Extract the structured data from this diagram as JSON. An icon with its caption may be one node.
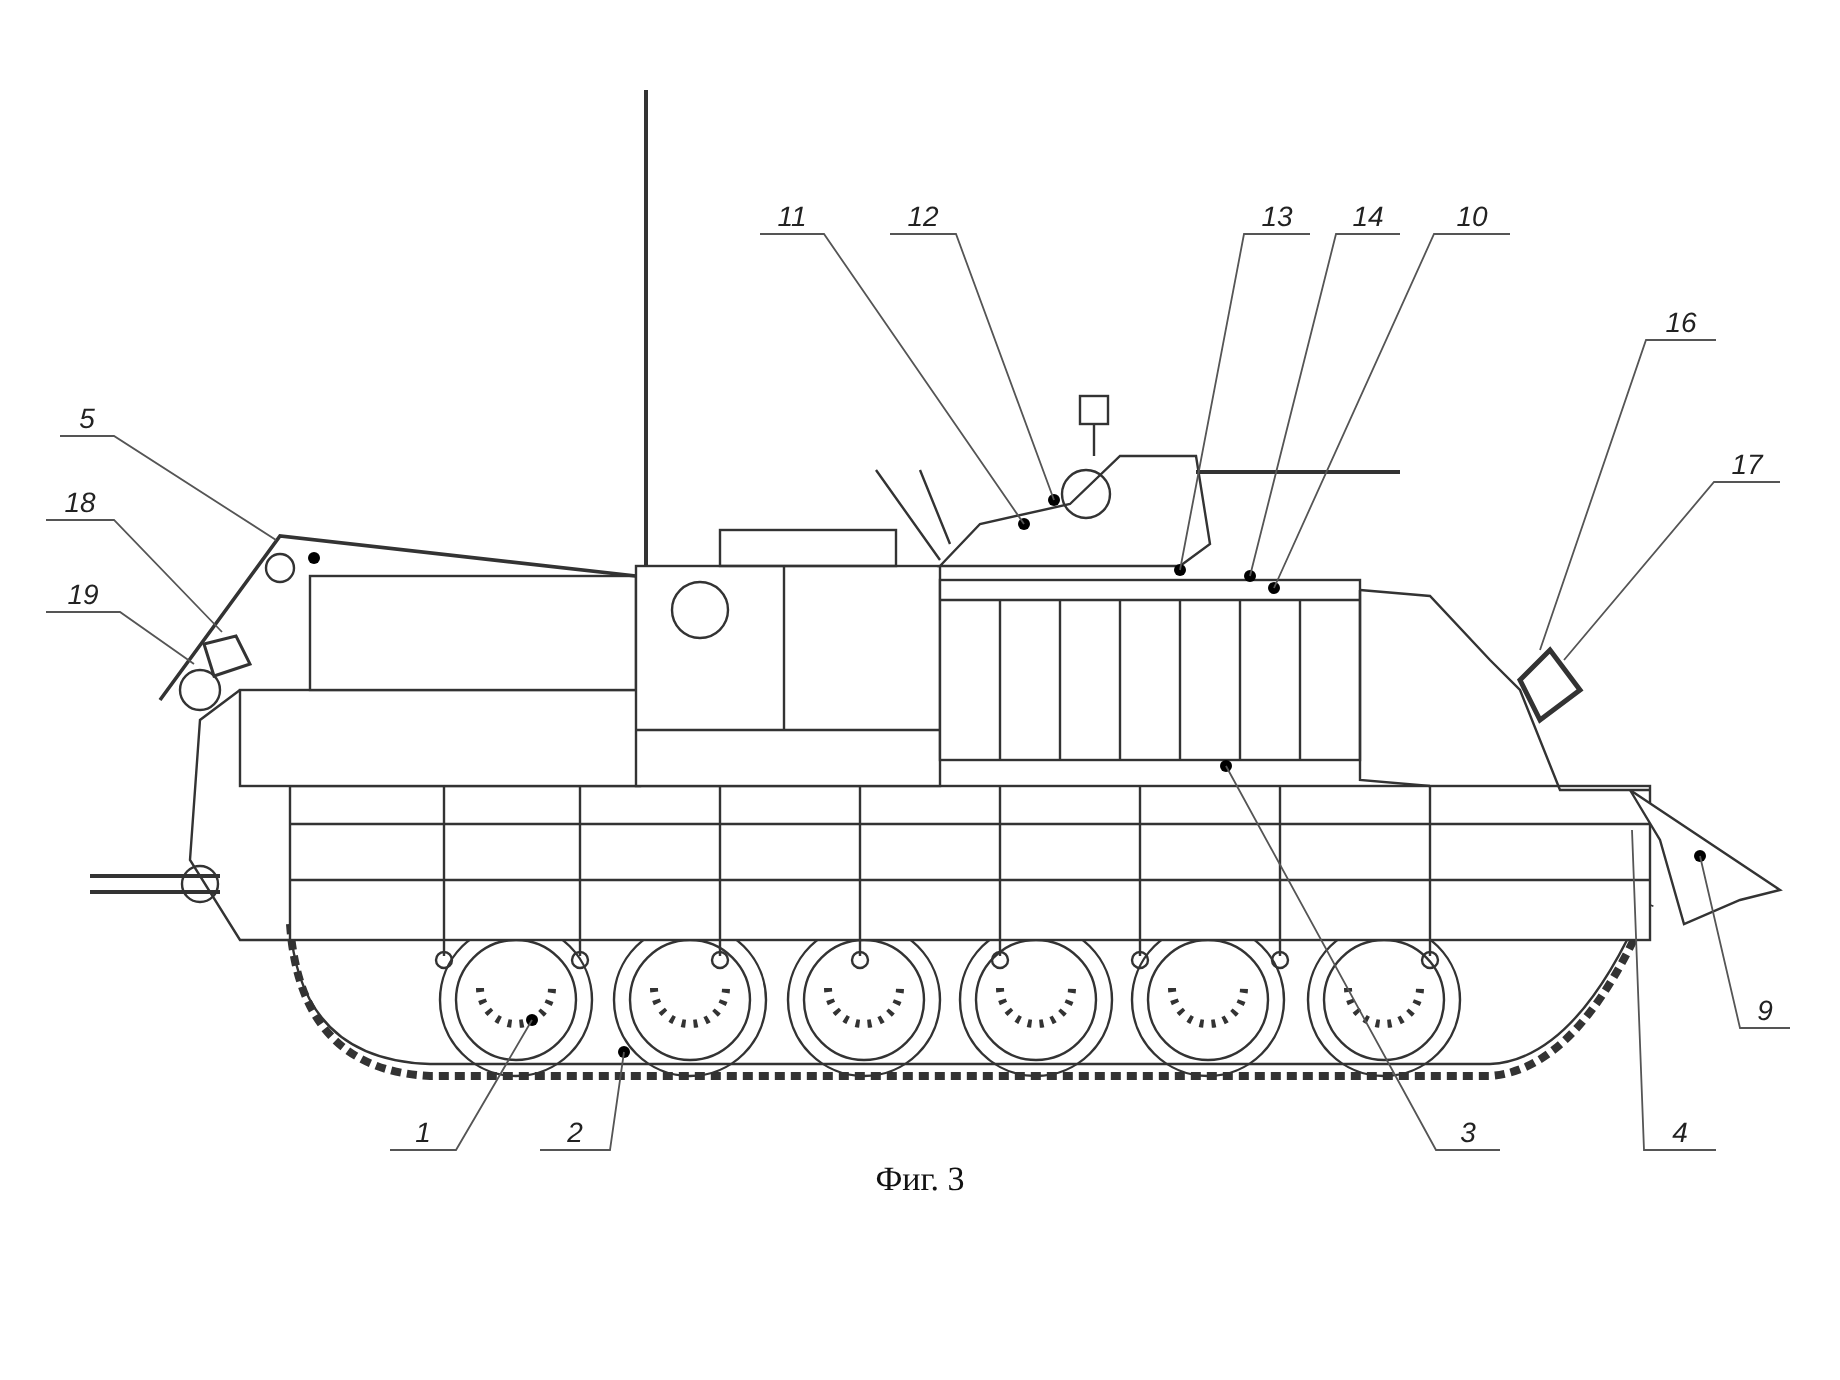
{
  "diagram": {
    "caption": "Фиг. 3",
    "nodes": [
      {
        "text": [
          "11"
        ]
      },
      {
        "text": [
          "12"
        ]
      },
      {
        "text": [
          "13"
        ]
      },
      {
        "text": [
          "14"
        ]
      },
      {
        "text": [
          "10"
        ]
      },
      {
        "text": [
          "16"
        ]
      },
      {
        "text": [
          "5"
        ]
      },
      {
        "text": [
          "17"
        ]
      },
      {
        "text": [
          "18"
        ]
      },
      {
        "text": [
          "19"
        ]
      },
      {
        "text": [
          "9"
        ]
      },
      {
        "text": [
          "1"
        ]
      },
      {
        "text": [
          "2"
        ]
      },
      {
        "text": [
          "3"
        ]
      },
      {
        "text": [
          "4"
        ]
      }
    ],
    "edges": [
      {
        "from": 0,
        "to": null,
        "arrow": "none"
      },
      {
        "from": 1,
        "to": null,
        "arrow": "none"
      },
      {
        "from": 2,
        "to": null,
        "arrow": "none"
      },
      {
        "from": 3,
        "to": null,
        "arrow": "none"
      },
      {
        "from": 4,
        "to": null,
        "arrow": "none"
      },
      {
        "from": 5,
        "to": null,
        "arrow": "none"
      },
      {
        "from": 6,
        "to": null,
        "arrow": "none"
      },
      {
        "from": 7,
        "to": null,
        "arrow": "none"
      },
      {
        "from": 8,
        "to": null,
        "arrow": "none"
      },
      {
        "from": 9,
        "to": null,
        "arrow": "none"
      },
      {
        "from": 10,
        "to": null,
        "arrow": "none"
      },
      {
        "from": 11,
        "to": null,
        "arrow": "none"
      },
      {
        "from": 12,
        "to": null,
        "arrow": "none"
      },
      {
        "from": 13,
        "to": null,
        "arrow": "none"
      },
      {
        "from": 14,
        "to": null,
        "arrow": "none"
      }
    ]
  }
}
